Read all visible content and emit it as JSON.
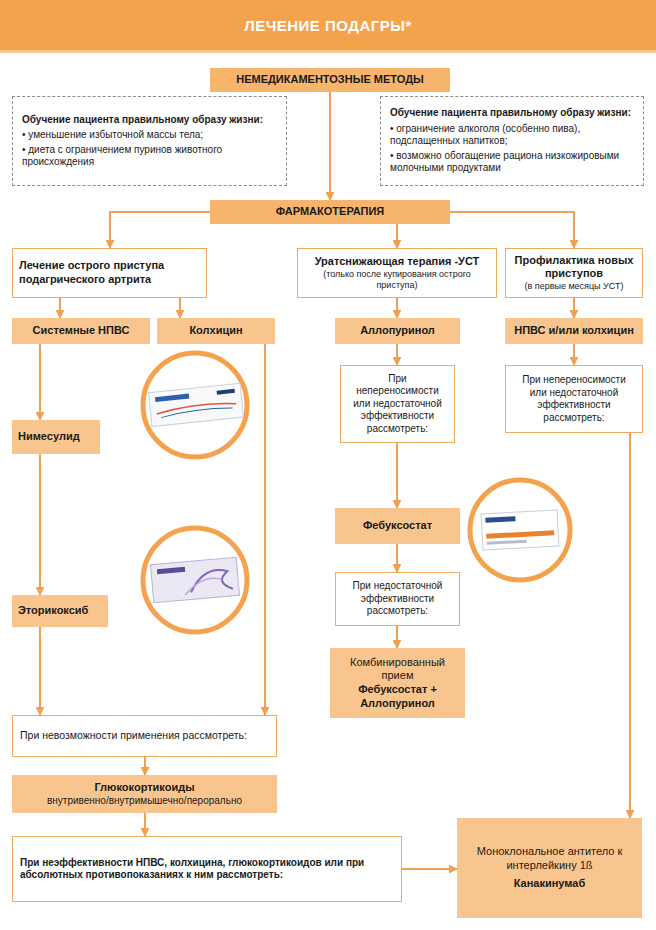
{
  "diagram": {
    "title": "ЛЕЧЕНИЕ ПОДАГРЫ*",
    "nodes": [
      {
        "text": [
          "НЕМЕДИКАМЕНТОЗНЫЕ МЕТОДЫ"
        ]
      },
      {
        "text": [
          "Обучение пациента правильному образу жизни:",
          "• уменьшение избыточной массы тела;",
          "• диета с ограничением пуринов животного происхождения"
        ]
      },
      {
        "text": [
          "Обучение пациента правильному образу жизни:",
          "• ограничение алкоголя (особенно пива), подслащенных напитков;",
          "• возможно обогащение рациона низкожировыми молочными продуктами"
        ]
      },
      {
        "text": [
          "ФАРМАКОТЕРАПИЯ"
        ]
      },
      {
        "text": [
          "Лечение острого приступа подагрического артрита"
        ]
      },
      {
        "text": [
          "Уратснижающая терапия -УСТ",
          "(только после купирования острого приступа)"
        ]
      },
      {
        "text": [
          "Профилактика новых приступов",
          "(в первые месяцы УСТ)"
        ]
      },
      {
        "text": [
          "Системные НПВС"
        ]
      },
      {
        "text": [
          "Колхицин"
        ]
      },
      {
        "text": [
          "Аллопуринол"
        ]
      },
      {
        "text": [
          "НПВС и/или колхицин"
        ]
      },
      {
        "text": [
          "Нимесулид"
        ]
      },
      {
        "text": [
          "При непереносимости или недостаточной эффективности рассмотреть:"
        ]
      },
      {
        "text": [
          "При непереносимости или недостаточной эффективности рассмотреть:"
        ]
      },
      {
        "text": [
          "Фебуксостат"
        ]
      },
      {
        "text": [
          "Эторикоксиб"
        ]
      },
      {
        "text": [
          "При недостаточной эффективности рассмотреть:"
        ]
      },
      {
        "text": [
          "Комбинированный прием",
          "Фебуксостат + Аллопуринол"
        ]
      },
      {
        "text": [
          "При невозможности применения рассмотреть:"
        ]
      },
      {
        "text": [
          "Глюкокортикоиды",
          "внутривенно/внутримышечно/перорально"
        ]
      },
      {
        "text": [
          "При неэффективности НПВС, колхицина, глюкокортикоидов или при абсолютных противопоказаниях к ним рассмотреть:"
        ]
      },
      {
        "text": [
          "Моноклональное антитело к интерлейкину 1ß",
          "Канакинумаб"
        ]
      }
    ],
    "edges": [
      {
        "from": 0,
        "to": 3,
        "arrow": "to"
      },
      {
        "from": 3,
        "to": 4,
        "arrow": "to"
      },
      {
        "from": 3,
        "to": 5,
        "arrow": "to"
      },
      {
        "from": 3,
        "to": 6,
        "arrow": "to"
      },
      {
        "from": 4,
        "to": 7,
        "arrow": "to"
      },
      {
        "from": 4,
        "to": 8,
        "arrow": "to"
      },
      {
        "from": 5,
        "to": 9,
        "arrow": "to"
      },
      {
        "from": 6,
        "to": 10,
        "arrow": "to"
      },
      {
        "from": 7,
        "to": 11,
        "arrow": "to"
      },
      {
        "from": 9,
        "to": 12,
        "arrow": "to"
      },
      {
        "from": 10,
        "to": 13,
        "arrow": "to"
      },
      {
        "from": 11,
        "to": 15,
        "arrow": "to"
      },
      {
        "from": 12,
        "to": 14,
        "arrow": "to"
      },
      {
        "from": 14,
        "to": 16,
        "arrow": "to"
      },
      {
        "from": 16,
        "to": 17,
        "arrow": "to"
      },
      {
        "from": 15,
        "to": 18,
        "arrow": "to"
      },
      {
        "from": 8,
        "to": 18,
        "arrow": "to"
      },
      {
        "from": 18,
        "to": 19,
        "arrow": "to"
      },
      {
        "from": 19,
        "to": 20,
        "arrow": "to"
      },
      {
        "from": 20,
        "to": 21,
        "arrow": "to"
      },
      {
        "from": 13,
        "to": 21,
        "arrow": "to"
      }
    ]
  }
}
